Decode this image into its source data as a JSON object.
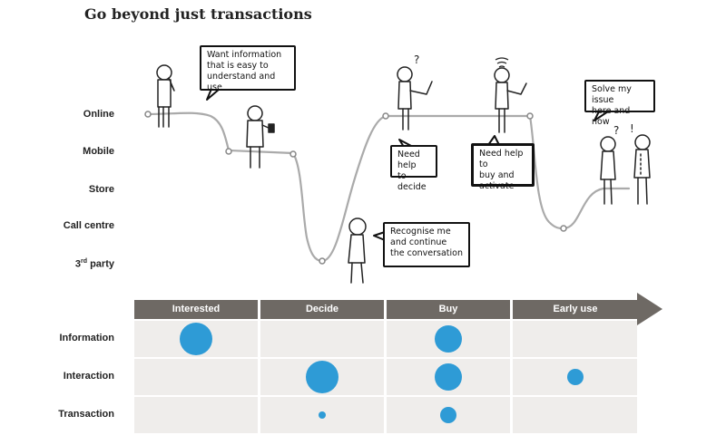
{
  "title": "Go beyond just transactions",
  "channels": [
    "Online",
    "Mobile",
    "Store",
    "Call centre",
    "3rd party"
  ],
  "third_party": {
    "number": "3",
    "sup": "rd",
    "rest": " party"
  },
  "bubbles": {
    "information": [
      "Want information",
      "that is easy to",
      "understand and use"
    ],
    "decide": [
      "Need help",
      "to decide"
    ],
    "buy": [
      "Need help to",
      "buy and",
      "activate"
    ],
    "recognise": [
      "Recognise me",
      "and continue",
      "the conversation"
    ],
    "solve": [
      "Solve my issue",
      "here and now"
    ]
  },
  "thought_marks": {
    "q1": "?",
    "q2": "?",
    "excl": "!"
  },
  "phases": [
    "Interested",
    "Decide",
    "Buy",
    "Early use"
  ],
  "rows": [
    "Information",
    "Interaction",
    "Transaction"
  ],
  "importance": {
    "Information": {
      "Interested": "large",
      "Decide": "none",
      "Buy": "medium",
      "Early use": "none"
    },
    "Interaction": {
      "Interested": "none",
      "Decide": "large",
      "Buy": "medium",
      "Early use": "small"
    },
    "Transaction": {
      "Interested": "none",
      "Decide": "tiny",
      "Buy": "small",
      "Early use": "none"
    }
  },
  "colors": {
    "phase_bar": "#6e6964",
    "grid": "#efedeb",
    "dot": "#2e9bd6",
    "path": "#aaaaaa"
  }
}
